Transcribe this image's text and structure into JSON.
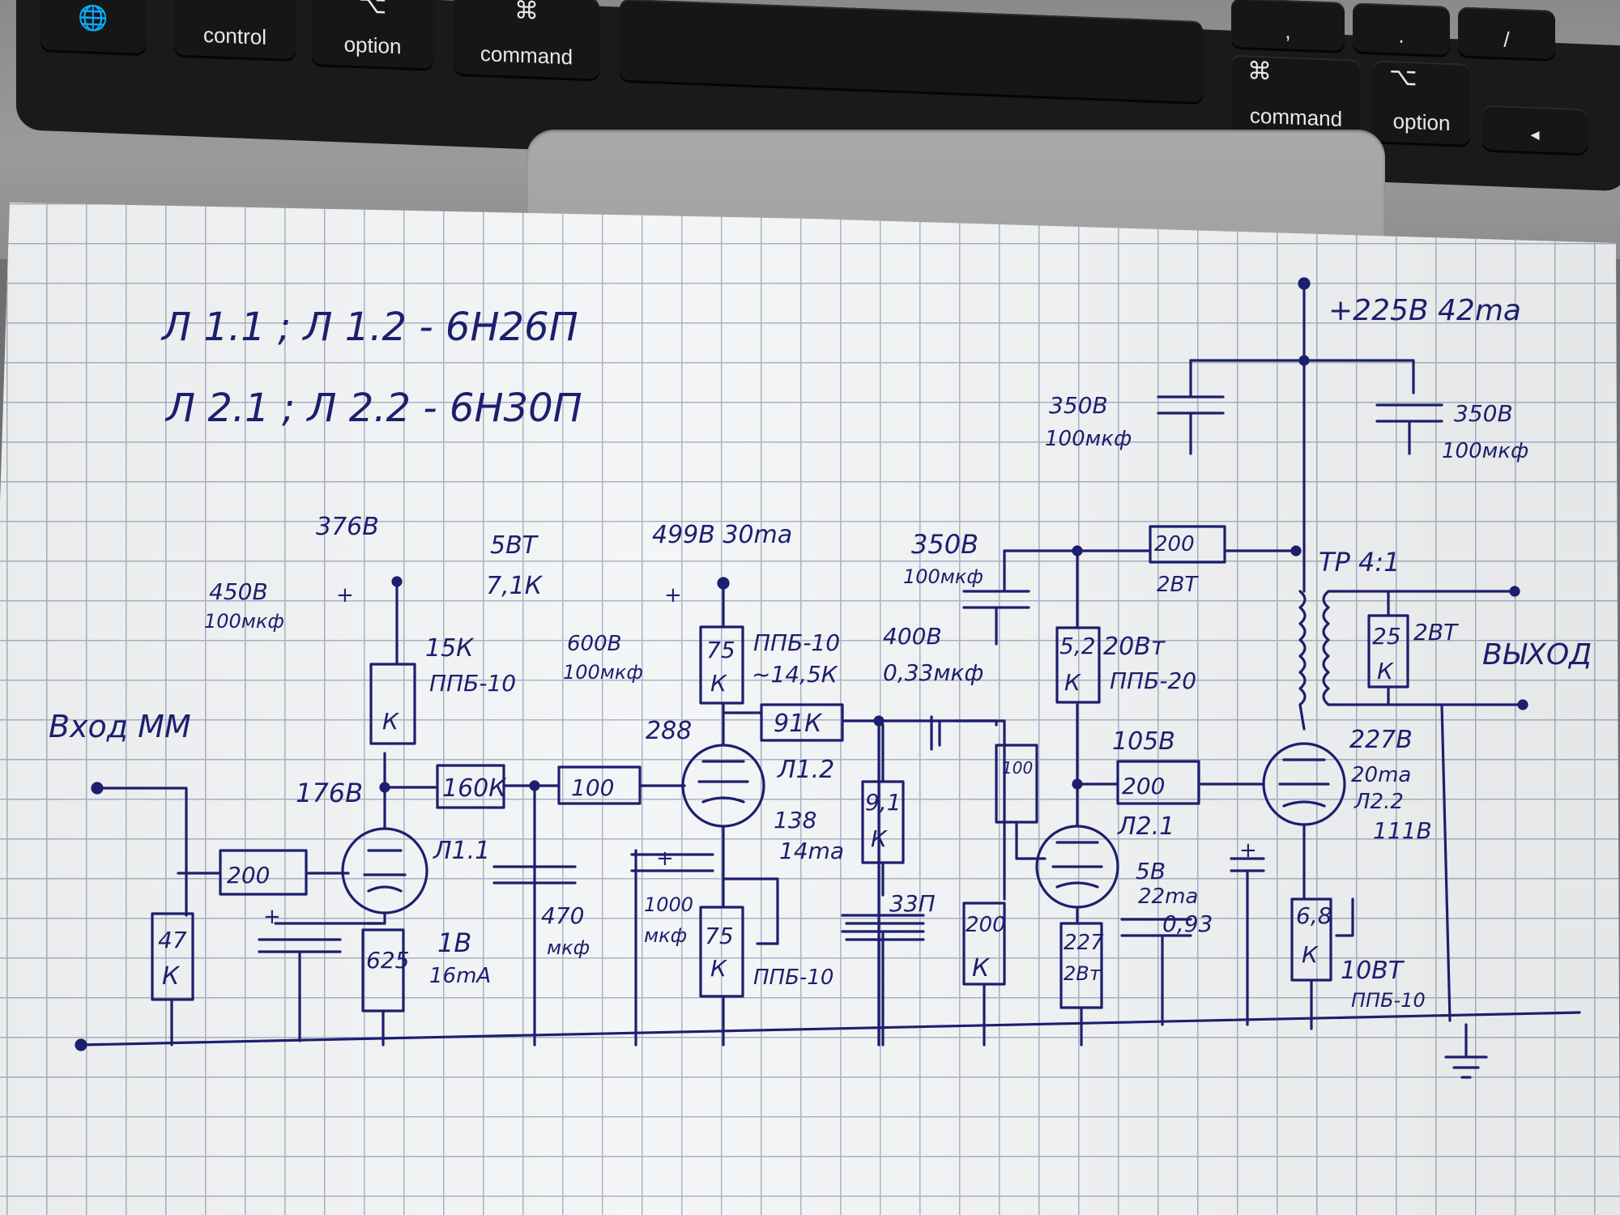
{
  "keyboard": {
    "globe_key_symbol": "🌐",
    "control_label": "control",
    "option_left_symbol": "⌥",
    "option_left_label": "option",
    "command_left_symbol": "⌘",
    "command_left_label": "command",
    "command_right_symbol": "⌘",
    "command_right_label": "command",
    "option_right_symbol": "⌥",
    "option_right_label": "option",
    "arrow_left_symbol": "◂",
    "comma_symbol": ",",
    "period_symbol": ".",
    "slash_symbol": "/"
  },
  "schematic": {
    "header_line_1": "Л 1.1 ; Л 1.2 - 6Н26П",
    "header_line_2": "Л 2.1 ; Л 2.2 - 6Н30П",
    "input_label": "Вход ММ",
    "output_label": "ВЫХОД",
    "supply_label": "+225В 42ma",
    "transformer_label": "ТР 4:1",
    "labels": {
      "v376": "376В",
      "v450_cap": "450В",
      "cap_100mkf_a": "100мкф",
      "w5": "5ВТ",
      "r71k": "7,1К",
      "v499": "499В 30ma",
      "v600_cap": "600В",
      "cap_100mkf_b": "100мкф",
      "r15k_title": "15К",
      "ppb10_a": "ППБ-10",
      "r15k_k": "К",
      "r75k_top": "75",
      "r75k_top_k": "К",
      "ppb10_b": "ППБ-10",
      "tilde_145k": "~14,5К",
      "v288": "288",
      "r91k": "91К",
      "v176": "176В",
      "r160k": "160К",
      "r100_a": "100",
      "l12": "Л1.2",
      "v138": "138",
      "i14ma": "14ma",
      "l11": "Л1.1",
      "r200_in": "200",
      "r47k": "47",
      "r47k_k": "К",
      "r625": "625",
      "v1b": "1В",
      "i16ma": "16mA",
      "cap470": "470",
      "cap470_u": "мкф",
      "cap1000": "1000",
      "cap1000_u": "мкф",
      "r75k_bot": "75",
      "r75k_bot_k": "К",
      "ppb10_c": "ППБ-10",
      "v350_mid": "350В",
      "cap_100mkf_c": "100мкф",
      "v400": "400В",
      "cap033": "0,33мкф",
      "r91_k_val": "9,1",
      "r91_k": "К",
      "cap33p": "33П",
      "r100_b": "100",
      "r200k": "200",
      "r200k_k": "К",
      "r52k": "5,2",
      "r52k_k": "К",
      "w20": "20Вт",
      "ppb20": "ППБ-20",
      "v105": "105В",
      "r200_mid": "200",
      "l21": "Л2.1",
      "v5": "5В",
      "i22ma": "22ma",
      "r227": "227",
      "w2_227": "2Вт",
      "cap093": "0,93",
      "r200_top": "200",
      "w2_top": "2ВТ",
      "r25k": "25",
      "r25k_k": "К",
      "w2_25k": "2ВТ",
      "v227": "227В",
      "i20ma": "20ma",
      "l22": "Л2.2",
      "v111": "111В",
      "r68k": "6,8",
      "r68k_k": "К",
      "w10": "10ВТ",
      "ppb10_d": "ППБ-10",
      "v350_l": "350В",
      "cap_100mkf_l": "100мкф",
      "v350_r": "350В",
      "cap_100mkf_r": "100мкф",
      "plus_sign": "+"
    }
  },
  "colors": {
    "ink": "#1c1f6e",
    "grid": "#a8b3c7",
    "paper": "#f4f5f6",
    "keycap": "#161616"
  }
}
